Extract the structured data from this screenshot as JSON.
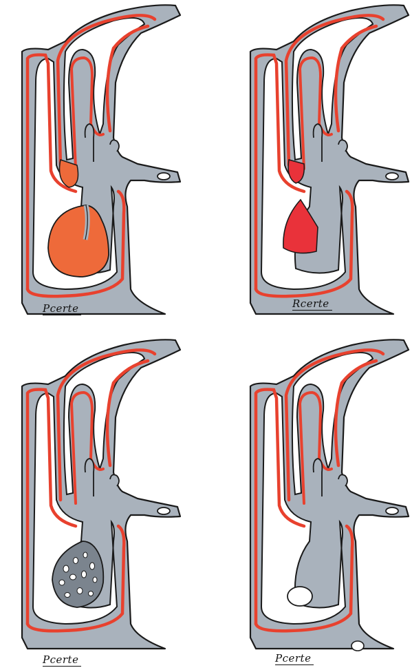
{
  "figure": {
    "panels": [
      {
        "id": "top-left",
        "signature": "Pcerte"
      },
      {
        "id": "top-right",
        "signature": "Rcerte"
      },
      {
        "id": "bottom-left",
        "signature": "Pcerte"
      },
      {
        "id": "bottom-right",
        "signature": "Pcerte"
      }
    ]
  },
  "colors": {
    "membrane": "#a9b2bc",
    "membrane_light": "#c9cfd6",
    "lining": "#e8412e",
    "fluid_orange": "#ee6a3a",
    "fluid_red": "#e9323a",
    "outline": "#1a1a1a",
    "cyst_dark": "#7b848e",
    "cavity_white": "#ffffff"
  }
}
